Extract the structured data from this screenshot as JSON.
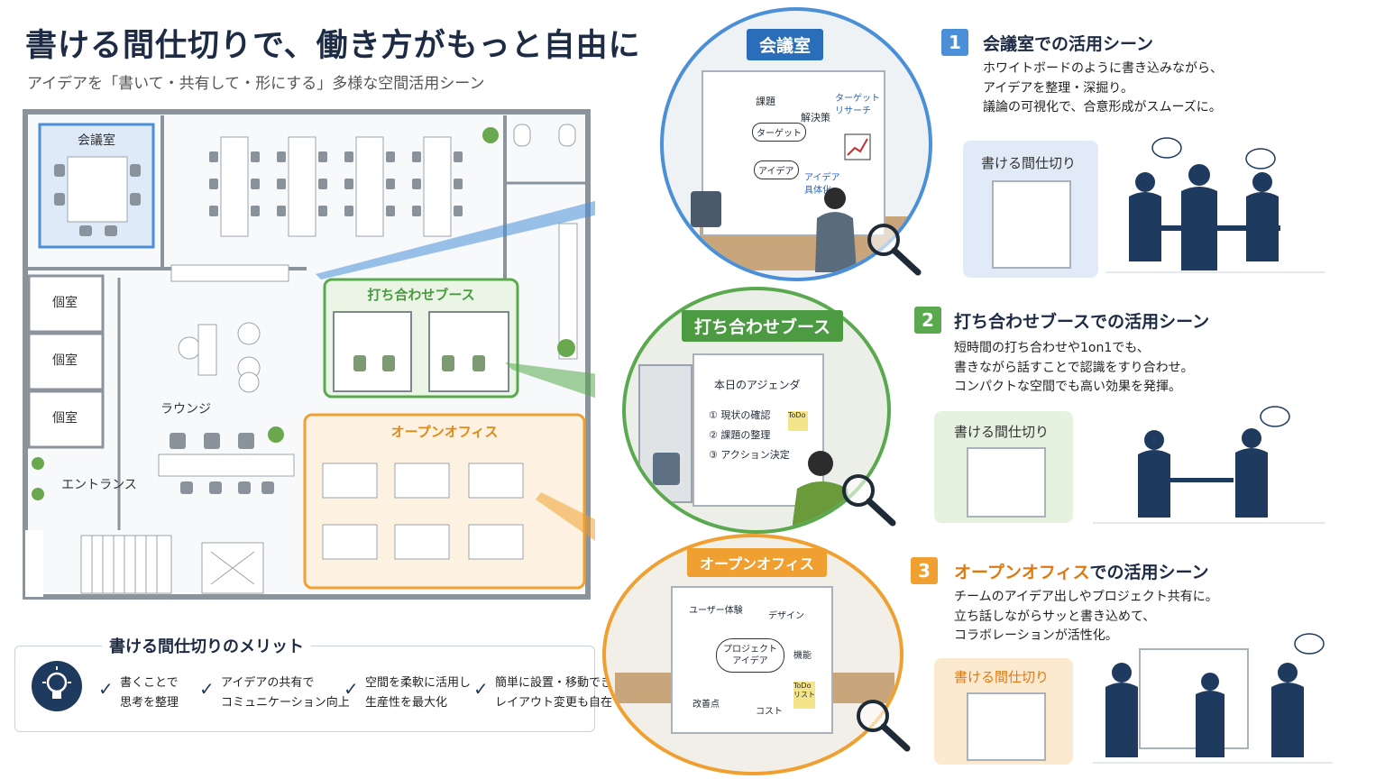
{
  "title": "書ける間仕切りで、働き方がもっと自由に",
  "subtitle": "アイデアを「書いて・共有して・形にする」多様な空間活用シーン",
  "floorplan": {
    "meeting_room": "会議室",
    "private_rooms": [
      "個室",
      "個室",
      "個室"
    ],
    "lounge": "ラウンジ",
    "entrance": "エントランス",
    "booth": "打ち合わせブース",
    "open_office": "オープンオフィス"
  },
  "merits": {
    "title": "書ける間仕切りのメリット",
    "items": [
      {
        "line1": "書くことで",
        "line2": "思考を整理"
      },
      {
        "line1": "アイデアの共有で",
        "line2": "コミュニケーション向上"
      },
      {
        "line1": "空間を柔軟に活用し",
        "line2": "生産性を最大化"
      },
      {
        "line1": "簡単に設置・移動でき",
        "line2": "レイアウト変更も自在"
      }
    ]
  },
  "zooms": {
    "meeting": {
      "badge": "会議室",
      "board": [
        "課題",
        "ターゲット",
        "解決策",
        "ターゲット",
        "リサーチ",
        "アイデア",
        "アイデア",
        "具体化"
      ]
    },
    "booth": {
      "badge": "打ち合わせブース",
      "board_title": "本日のアジェンダ",
      "items": [
        "① 現状の確認",
        "② 課題の整理",
        "③ アクション決定"
      ],
      "note": "ToDo"
    },
    "open": {
      "badge": "オープンオフィス",
      "center": "プロジェクト アイデア",
      "labels": [
        "ユーザー体験",
        "デザイン",
        "機能",
        "改善点",
        "コスト"
      ],
      "note": "ToDo リスト"
    }
  },
  "scenes": [
    {
      "num": "1",
      "title": "会議室での活用シーン",
      "lines": [
        "ホワイトボードのように書き込みながら、",
        "アイデアを整理・深掘り。",
        "議論の可視化で、合意形成がスムーズに。"
      ],
      "partition_label": "書ける間仕切り",
      "color": "#4a8fd8"
    },
    {
      "num": "2",
      "title_color_part": "打ち合わせブース",
      "title_rest": "での活用シーン",
      "lines": [
        "短時間の打ち合わせや1on1でも、",
        "書きながら話すことで認識をすり合わせ。",
        "コンパクトな空間でも高い効果を発揮。"
      ],
      "partition_label": "書ける間仕切り",
      "color": "#5aa94f"
    },
    {
      "num": "3",
      "title_color_part": "オープンオフィス",
      "title_rest": "での活用シーン",
      "lines": [
        "チームのアイデア出しやプロジェクト共有に。",
        "立ち話しながらサッと書き込めて、",
        "コラボレーションが活性化。"
      ],
      "partition_label": "書ける間仕切り",
      "color": "#f0a030"
    }
  ],
  "colors": {
    "blue": "#4a8fd8",
    "green": "#5aa94f",
    "orange": "#f0a030",
    "navy": "#1e3a5f"
  }
}
